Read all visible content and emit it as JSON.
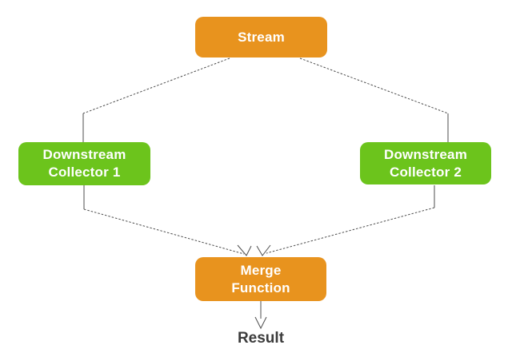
{
  "nodes": {
    "stream": {
      "label": "Stream",
      "color": "#E8931E",
      "text_color": "#ffffff"
    },
    "collector1": {
      "line1": "Downstream",
      "line2": "Collector 1",
      "color": "#6CC41C",
      "text_color": "#ffffff"
    },
    "collector2": {
      "line1": "Downstream",
      "line2": "Collector 2",
      "color": "#6CC41C",
      "text_color": "#ffffff"
    },
    "merge": {
      "line1": "Merge",
      "line2": "Function",
      "color": "#E8931E",
      "text_color": "#ffffff"
    }
  },
  "result": {
    "label": "Result",
    "text_color": "#3b3b3b"
  },
  "edges": [
    {
      "from": "stream",
      "to": "collector1",
      "arrow": false
    },
    {
      "from": "stream",
      "to": "collector2",
      "arrow": false
    },
    {
      "from": "collector1",
      "to": "merge",
      "arrow": true
    },
    {
      "from": "collector2",
      "to": "merge",
      "arrow": true
    },
    {
      "from": "merge",
      "to": "result",
      "arrow": true
    }
  ],
  "colors": {
    "background": "#ffffff",
    "orange": "#E8931E",
    "green": "#6CC41C",
    "line": "#4d4d4d"
  }
}
